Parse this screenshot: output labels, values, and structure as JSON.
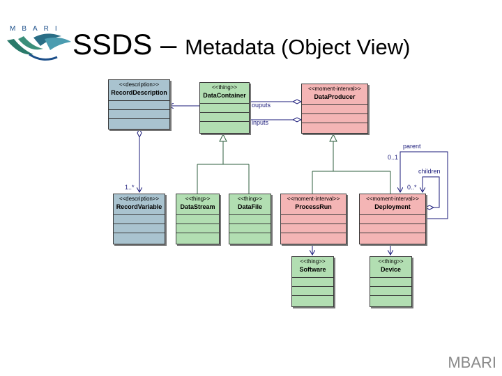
{
  "header": {
    "logo_text": "MBARI",
    "title_main": "SSDS – ",
    "title_sub": "Metadata (Object View)"
  },
  "footer": {
    "brand": "MBARI"
  },
  "classes": {
    "record_description": {
      "stereotype": "<<description>>",
      "name": "RecordDescription"
    },
    "data_container": {
      "stereotype": "<<thing>>",
      "name": "DataContainer"
    },
    "data_producer": {
      "stereotype": "<<moment-interval>>",
      "name": "DataProducer"
    },
    "record_variable": {
      "stereotype": "<<description>>",
      "name": "RecordVariable"
    },
    "data_stream": {
      "stereotype": "<<thing>>",
      "name": "DataStream"
    },
    "data_file": {
      "stereotype": "<<thing>>",
      "name": "DataFile"
    },
    "process_run": {
      "stereotype": "<<moment-interval>>",
      "name": "ProcessRun"
    },
    "deployment": {
      "stereotype": "<<moment-interval>>",
      "name": "Deployment"
    },
    "software": {
      "stereotype": "<<thing>>",
      "name": "Software"
    },
    "device": {
      "stereotype": "<<thing>>",
      "name": "Device"
    }
  },
  "labels": {
    "ouputs": "ouputs",
    "inputs": "inputs",
    "mult_1_many": "1..*",
    "parent": "parent",
    "mult_0_1": "0..1",
    "children": "children",
    "mult_0_many": "0..*"
  },
  "colors": {
    "description_fill": "#a9c3cf",
    "thing_fill": "#b2deb2",
    "moment_interval_fill": "#f4b5b5",
    "connector": "#1a1a7a",
    "inheritance": "#2e5e3e"
  }
}
